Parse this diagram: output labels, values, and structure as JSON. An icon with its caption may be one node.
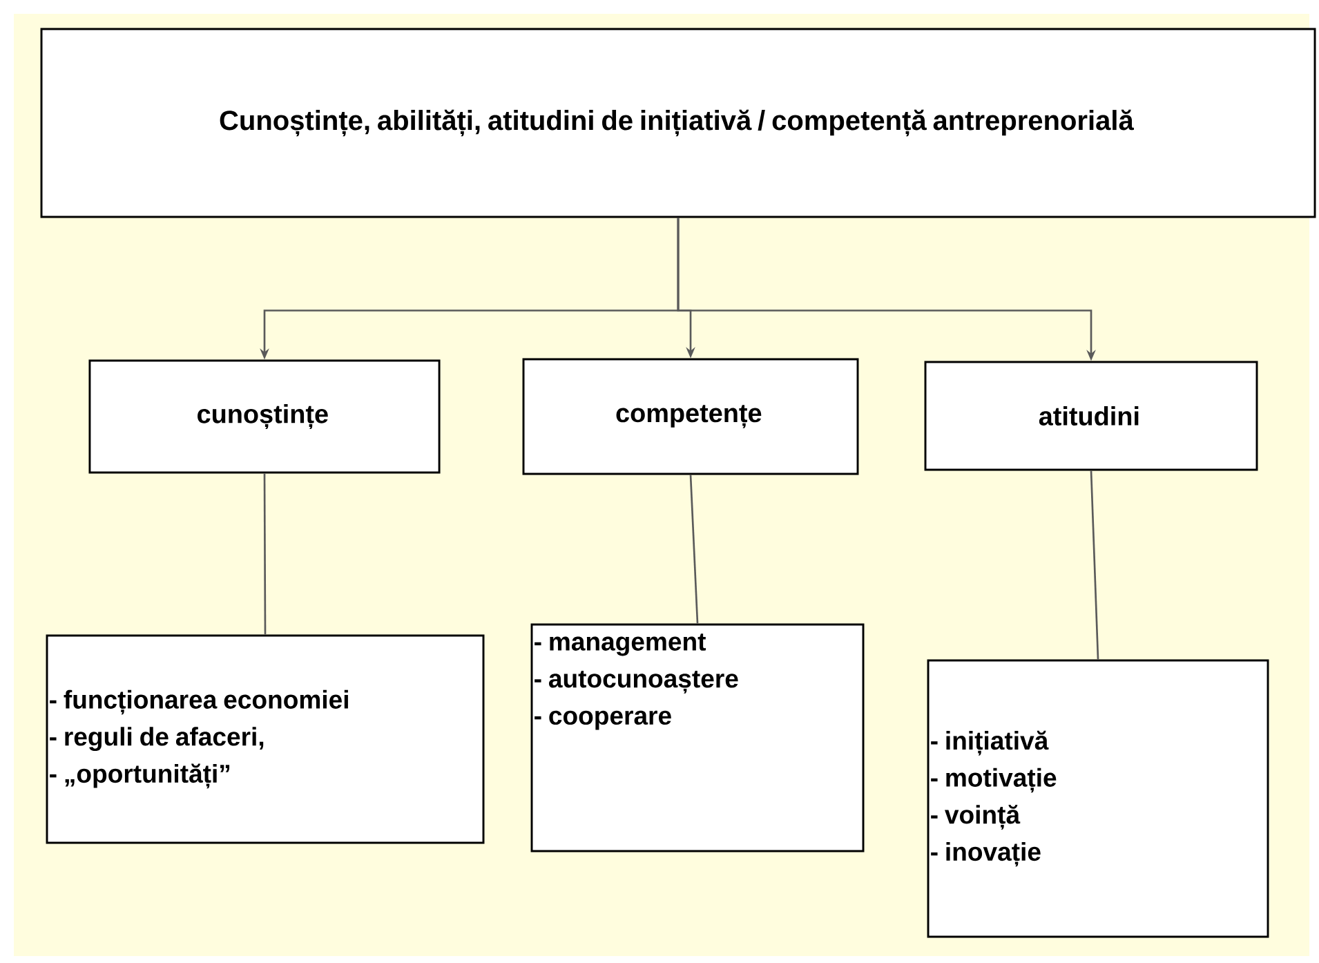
{
  "diagram": {
    "nodes": [
      {
        "text": [
          "Cunoștințe, abilități, atitudini de inițiativă /  competență antreprenorială"
        ]
      },
      {
        "text": [
          "cunoștințe"
        ]
      },
      {
        "text": [
          "competențe"
        ]
      },
      {
        "text": [
          "atitudini"
        ]
      },
      {
        "text": [
          "- funcționarea economiei",
          "- reguli de afaceri,",
          "- „oportunități”"
        ]
      },
      {
        "text": [
          "- management",
          "- autocunoaștere",
          "- cooperare"
        ]
      },
      {
        "text": [
          "- inițiativă",
          "- motivație",
          "- voință",
          "- inovație"
        ]
      }
    ],
    "edges": [
      {
        "from": 0,
        "to": 1,
        "arrow": "to"
      },
      {
        "from": 0,
        "to": 2,
        "arrow": "to"
      },
      {
        "from": 0,
        "to": 3,
        "arrow": "to"
      },
      {
        "from": 1,
        "to": 4,
        "arrow": "none"
      },
      {
        "from": 2,
        "to": 5,
        "arrow": "none"
      },
      {
        "from": 3,
        "to": 6,
        "arrow": "none"
      }
    ]
  }
}
